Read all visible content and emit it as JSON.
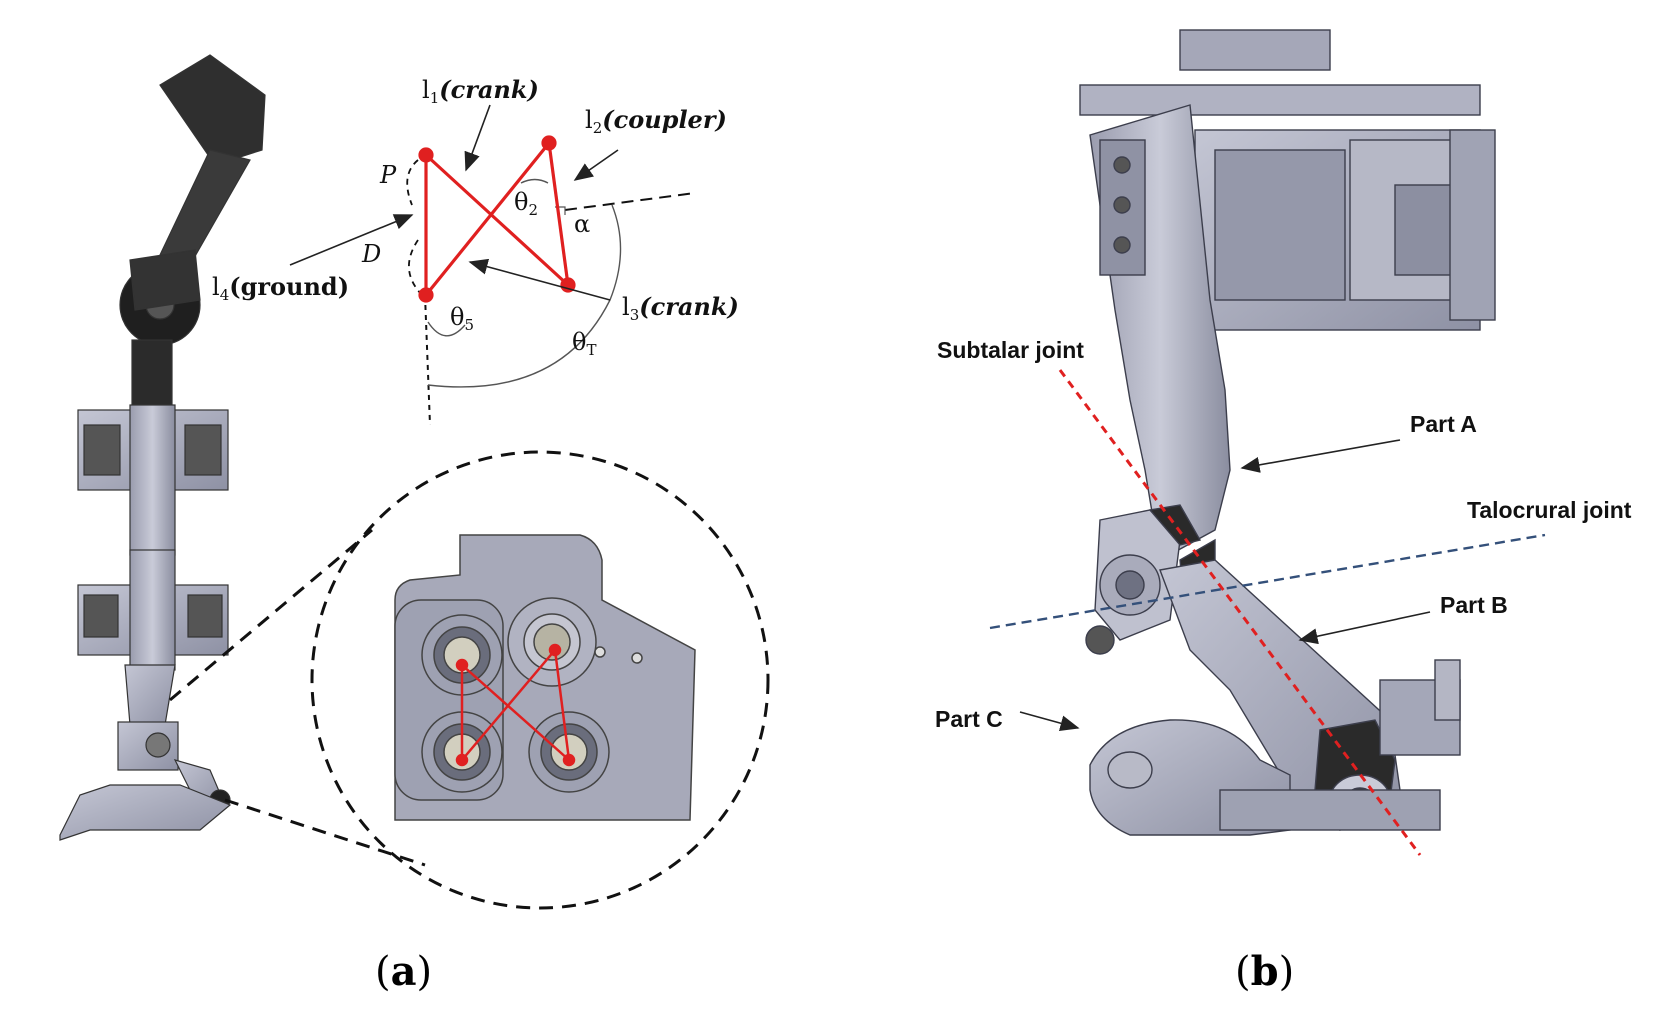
{
  "panel_a": {
    "linkage": {
      "l1": {
        "prefix": "l",
        "sub": "1",
        "name": "(crank)"
      },
      "l2": {
        "prefix": "l",
        "sub": "2",
        "name": "(coupler)"
      },
      "l3": {
        "prefix": "l",
        "sub": "3",
        "name": "(crank)"
      },
      "l4": {
        "prefix": "l",
        "sub": "4",
        "name": "(ground)"
      },
      "P": "P",
      "D": "D",
      "theta2": {
        "sym": "θ",
        "sub": "2"
      },
      "alpha": "α",
      "theta5": {
        "sym": "θ",
        "sub": "5"
      },
      "thetaT": {
        "sym": "θ",
        "sub": "T"
      }
    },
    "caption": {
      "open": "(",
      "letter": "a",
      "close": ")"
    }
  },
  "panel_b": {
    "labels": {
      "subtalar": "Subtalar joint",
      "part_a": "Part A",
      "talocrural": "Talocrural joint",
      "part_b": "Part B",
      "part_c": "Part C"
    },
    "caption": {
      "open": "(",
      "letter": "b",
      "close": ")"
    }
  },
  "colors": {
    "linkage_red": "#e02020",
    "cad_metal": "#a9abbb",
    "cad_dark": "#2a2a2a",
    "talocrural_line": "#34507a"
  }
}
